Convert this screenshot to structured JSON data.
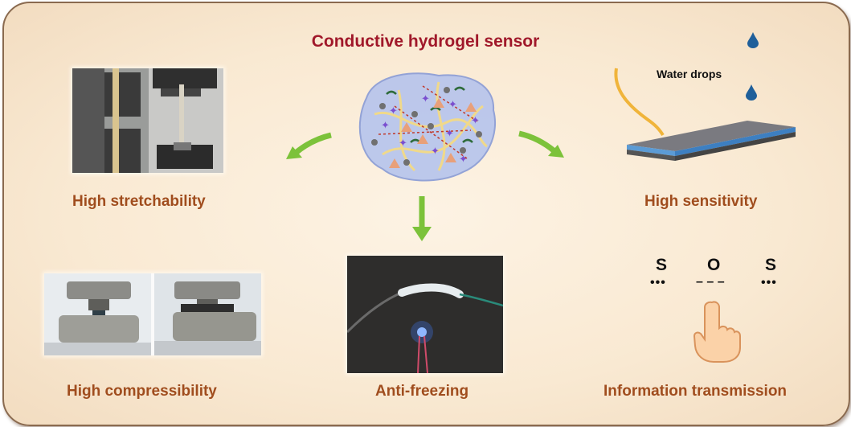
{
  "title": "Conductive hydrogel sensor",
  "features": {
    "stretch": "High stretchability",
    "sensitivity": "High sensitivity",
    "compress": "High compressibility",
    "antifreeze": "Anti-freezing",
    "info": "Information transmission"
  },
  "water_label": "Water drops",
  "morse": {
    "letters": [
      "S",
      "O",
      "S"
    ],
    "codes": [
      "•••",
      "– – –",
      "•••"
    ]
  },
  "colors": {
    "title": "#a0182a",
    "labels": "#a04d1e",
    "arrow": "#7cc23a",
    "droplet": "#1f6fb2"
  }
}
